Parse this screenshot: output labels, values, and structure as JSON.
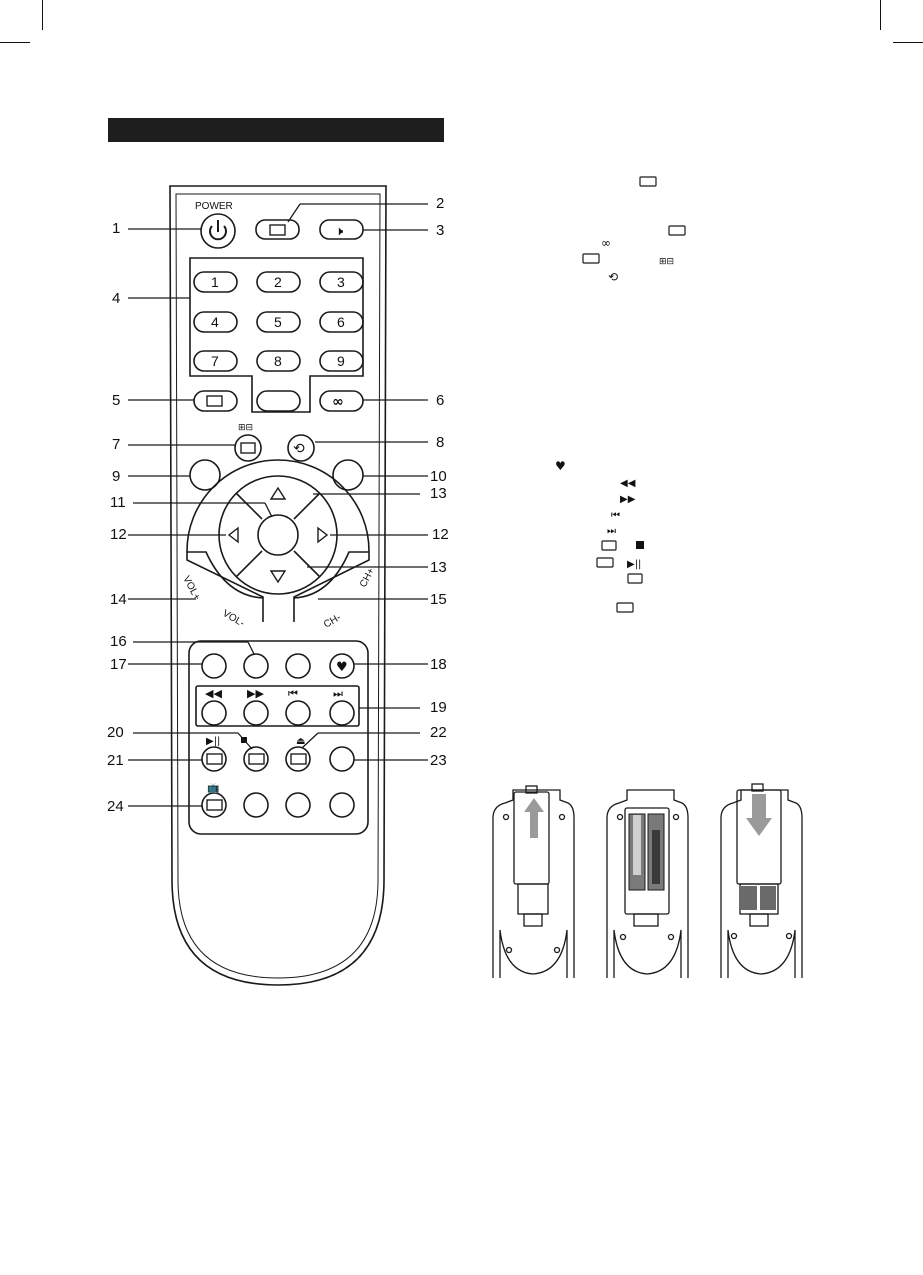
{
  "remote": {
    "power_label": "POWER",
    "vol_plus": "VOL+",
    "vol_minus": "VOL-",
    "ch_plus": "CH+",
    "ch_minus": "CH-",
    "digits": [
      "1",
      "2",
      "3",
      "4",
      "5",
      "6",
      "7",
      "8",
      "9"
    ]
  },
  "callouts": [
    "1",
    "2",
    "3",
    "4",
    "5",
    "6",
    "7",
    "8",
    "9",
    "10",
    "11",
    "12",
    "12",
    "13",
    "13",
    "14",
    "15",
    "16",
    "17",
    "18",
    "19",
    "20",
    "21",
    "22",
    "23",
    "24"
  ],
  "icons": {
    "power": "power-icon",
    "mute": "mute-icon",
    "heart": "heart-icon",
    "rewind": "rewind-icon",
    "fast_forward": "fast-forward-icon",
    "previous": "skip-previous-icon",
    "next": "skip-next-icon",
    "stop": "stop-icon",
    "play_pause": "play-pause-icon",
    "eject": "eject-icon"
  }
}
